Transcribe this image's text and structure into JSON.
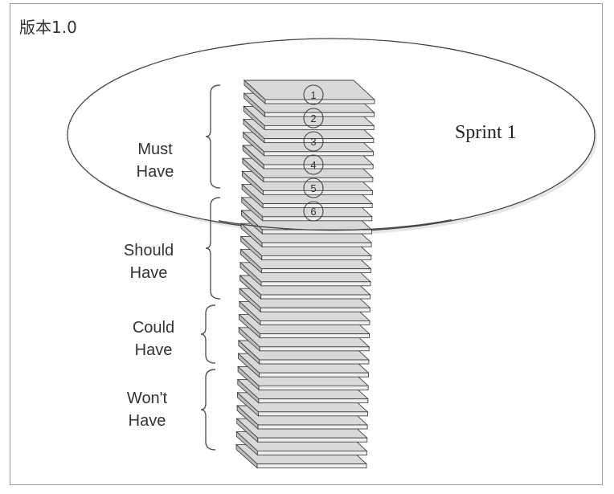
{
  "version_label": "版本1.0",
  "sprint_label": "Sprint 1",
  "groups": [
    {
      "line1": "Must",
      "line2": "Have"
    },
    {
      "line1": "Should",
      "line2": "Have"
    },
    {
      "line1": "Could",
      "line2": "Have"
    },
    {
      "line1": "Won't",
      "line2": "Have"
    }
  ],
  "item_numbers": [
    "1",
    "2",
    "3",
    "4",
    "5",
    "6"
  ],
  "colors": {
    "slab_top": "#d9d9d9",
    "slab_front": "#efefef",
    "stroke": "#444444"
  }
}
